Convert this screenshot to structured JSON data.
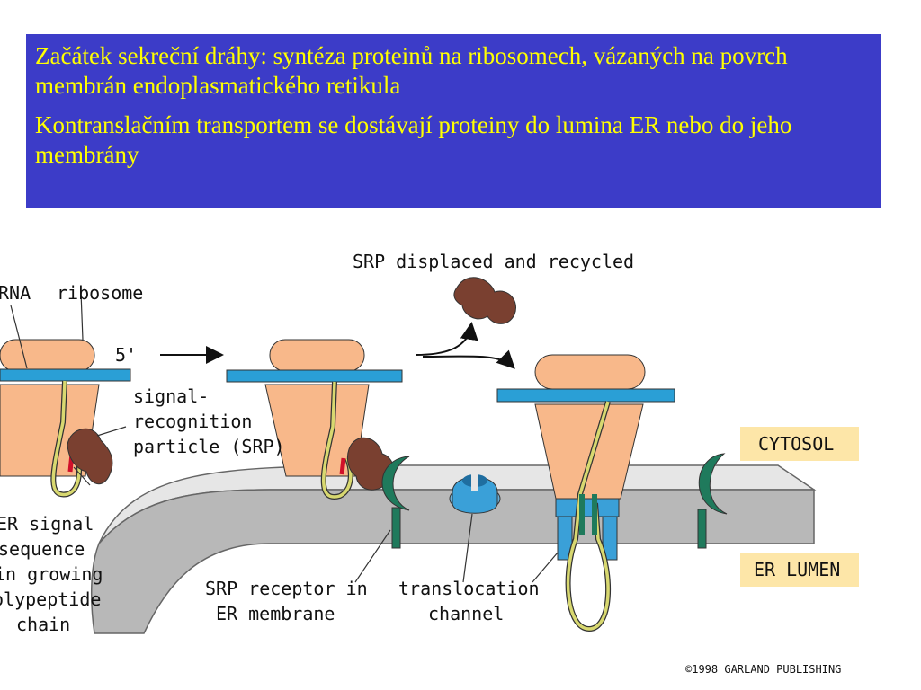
{
  "header": {
    "line1": "Začátek sekreční dráhy: syntéza proteinů na ribosomech, vázaných na povrch membrán endoplasmatického retikula",
    "line2": "Kontranslačním transportem se dostávají proteiny do lumina ER nebo do jeho membrány"
  },
  "diagram": {
    "mrna": "RNA",
    "ribosome": "ribosome",
    "five_prime": "5'",
    "srp1": "signal-",
    "srp2": "recognition",
    "srp3": "particle (SRP)",
    "srp_displaced": "SRP displaced and recycled",
    "cytosol": "CYTOSOL",
    "er_lumen": "ER LUMEN",
    "signal1": "ER signal",
    "signal2": "sequence",
    "signal3": "in growing",
    "signal4": "olypeptide",
    "signal5": "chain",
    "receptor1": "SRP receptor in",
    "receptor2": "ER membrane",
    "channel1": "translocation",
    "channel2": "channel",
    "copyright": "©1998 GARLAND PUBLISHING"
  },
  "colors": {
    "header_bg": "#3c3cc8",
    "header_text": "#ffff00",
    "ribosome": "#f8b88a",
    "mrna": "#2a9fd6",
    "srp": "#7a4030",
    "receptor": "#1f7a5c",
    "channel": "#3aa0d8",
    "membrane": "#b8b8b8",
    "label_box": "#fde6a8"
  }
}
